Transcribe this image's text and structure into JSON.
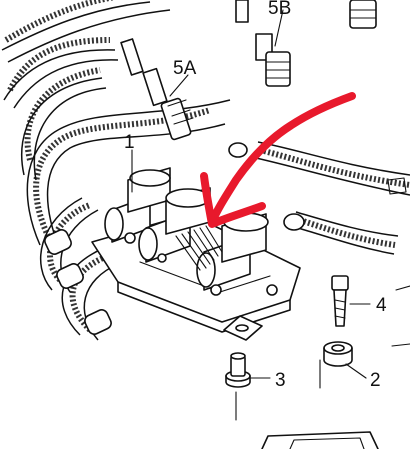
{
  "labels": {
    "part_1": "1",
    "part_2": "2",
    "part_3": "3",
    "part_4": "4",
    "part_5a": "5A",
    "part_5b": "5B"
  },
  "annotation": {
    "arrow_color": "#e8192c"
  },
  "colors": {
    "line": "#111111",
    "background": "#ffffff"
  }
}
